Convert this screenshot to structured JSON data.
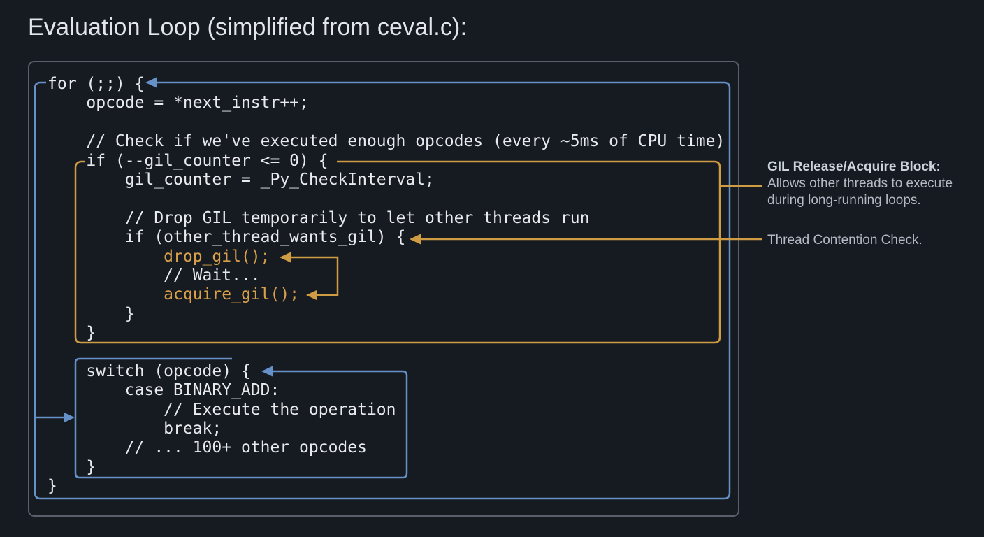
{
  "title": "Evaluation Loop (simplified from ceval.c):",
  "colors": {
    "background": "#161a21",
    "box_border": "#59606b",
    "blue": "#6590c8",
    "orange": "#cf9c43",
    "orange_text": "#d9a049",
    "code_text": "#e8eaed",
    "title_text": "#e2e5e9",
    "annotation_title": "#ccd3da",
    "annotation_body": "#b3bac3"
  },
  "code": {
    "lines": [
      {
        "t": "for (;;) {",
        "c": "default"
      },
      {
        "t": "    opcode = *next_instr++;",
        "c": "default"
      },
      {
        "t": "",
        "c": "default"
      },
      {
        "t": "    // Check if we've executed enough opcodes (every ~5ms of CPU time)",
        "c": "default"
      },
      {
        "t": "    if (--gil_counter <= 0) {",
        "c": "default"
      },
      {
        "t": "        gil_counter = _Py_CheckInterval;",
        "c": "default"
      },
      {
        "t": "",
        "c": "default"
      },
      {
        "t": "        // Drop GIL temporarily to let other threads run",
        "c": "default"
      },
      {
        "t": "        if (other_thread_wants_gil) {",
        "c": "default"
      },
      {
        "t": "            drop_gil();",
        "c": "orange"
      },
      {
        "t": "            // Wait...",
        "c": "default"
      },
      {
        "t": "            acquire_gil();",
        "c": "orange"
      },
      {
        "t": "        }",
        "c": "default"
      },
      {
        "t": "    }",
        "c": "default"
      },
      {
        "t": "",
        "c": "default"
      },
      {
        "t": "    switch (opcode) {",
        "c": "default"
      },
      {
        "t": "        case BINARY_ADD:",
        "c": "default"
      },
      {
        "t": "            // Execute the operation",
        "c": "default"
      },
      {
        "t": "            break;",
        "c": "default"
      },
      {
        "t": "        // ... 100+ other opcodes",
        "c": "default"
      },
      {
        "t": "    }",
        "c": "default"
      },
      {
        "t": "}",
        "c": "default"
      }
    ]
  },
  "annotations": {
    "gil_block": {
      "title": "GIL Release/Acquire Block:",
      "body": [
        "Allows other threads to execute",
        "during long-running loops."
      ]
    },
    "thread_check": {
      "label": "Thread Contention Check."
    }
  }
}
